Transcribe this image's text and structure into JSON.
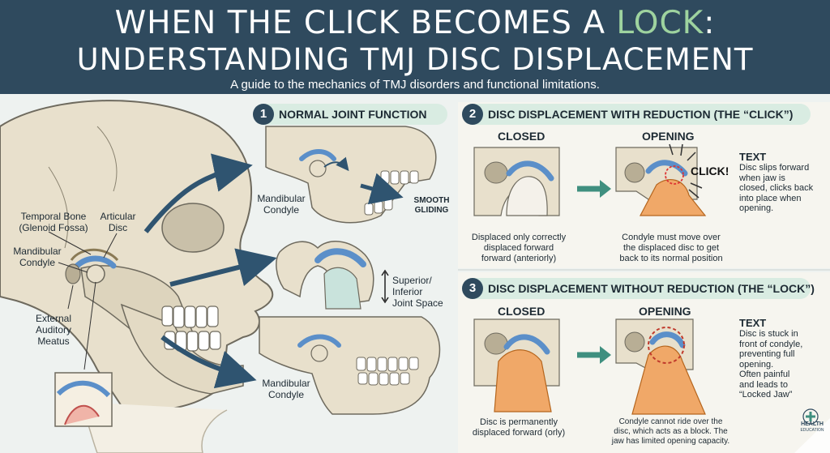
{
  "header": {
    "title_line1_a": "When the Click Becomes a",
    "title_line1_accent": "Lock",
    "title_line1_b": ":",
    "title_line2": "Understanding TMJ Disc Displacement",
    "subtitle": "A guide to the mechanics of TMJ disorders and functional limitations."
  },
  "skull_labels": {
    "temporal_bone": "Temporal Bone\n(Glenoid Fossa)",
    "articular_disc": "Articular\nDisc",
    "mandibular_condyle": "Mandibular\nCondyle",
    "external_meatus": "External\nAuditory\nMeatus"
  },
  "section1": {
    "number": "1",
    "title": "NORMAL JOINT FUNCTION",
    "condyle_top": "Mandibular\nCondyle",
    "smooth_gliding": "SMOOTH\nGLIDING",
    "joint_space": "Superior/\nInferior\nJoint Space",
    "condyle_bottom": "Mandibular\nCondyle"
  },
  "section2": {
    "number": "2",
    "title": "DISC DISPLACEMENT WITH REDUCTION (THE “CLICK”)",
    "closed": "CLOSED",
    "opening": "OPENING",
    "click": "CLICK!",
    "caption_closed": "Displaced only correctly\ndisplaced forward\nforward (anteriorly)",
    "caption_opening": "Condyle must move over\nthe displaced disc to get\nback to its normal position",
    "text_heading": "TEXT",
    "text_body": "Disc slips forward\nwhen jaw is\nclosed, clicks back\ninto place when\nopening."
  },
  "section3": {
    "number": "3",
    "title": "DISC DISPLACEMENT WITHOUT REDUCTION (THE “LOCK”)",
    "closed": "CLOSED",
    "opening": "OPENING",
    "caption_closed": "Disc is permanently\ndisplaced forward (orly)",
    "caption_opening": "Condyle cannot ride over the\ndisc, which acts as a block. The\njaw has limited opening capacity.",
    "text_heading": "TEXT",
    "text_body": "Disc is stuck in\nfront of condyle,\npreventing full\nopening.\nOften painful\nand leads to\n“Locked Jaw”"
  },
  "logo": {
    "line1": "HEALTH",
    "line2": "EDUCATION"
  },
  "colors": {
    "header_bg": "#2f4a5e",
    "accent_green": "#9ed39f",
    "bone": "#e8e0cc",
    "disc_blue": "#5b8fc9",
    "inflamed_orange": "#f0a868",
    "arrow_navy": "#2f5470",
    "arrow_teal": "#3f8f7f"
  }
}
